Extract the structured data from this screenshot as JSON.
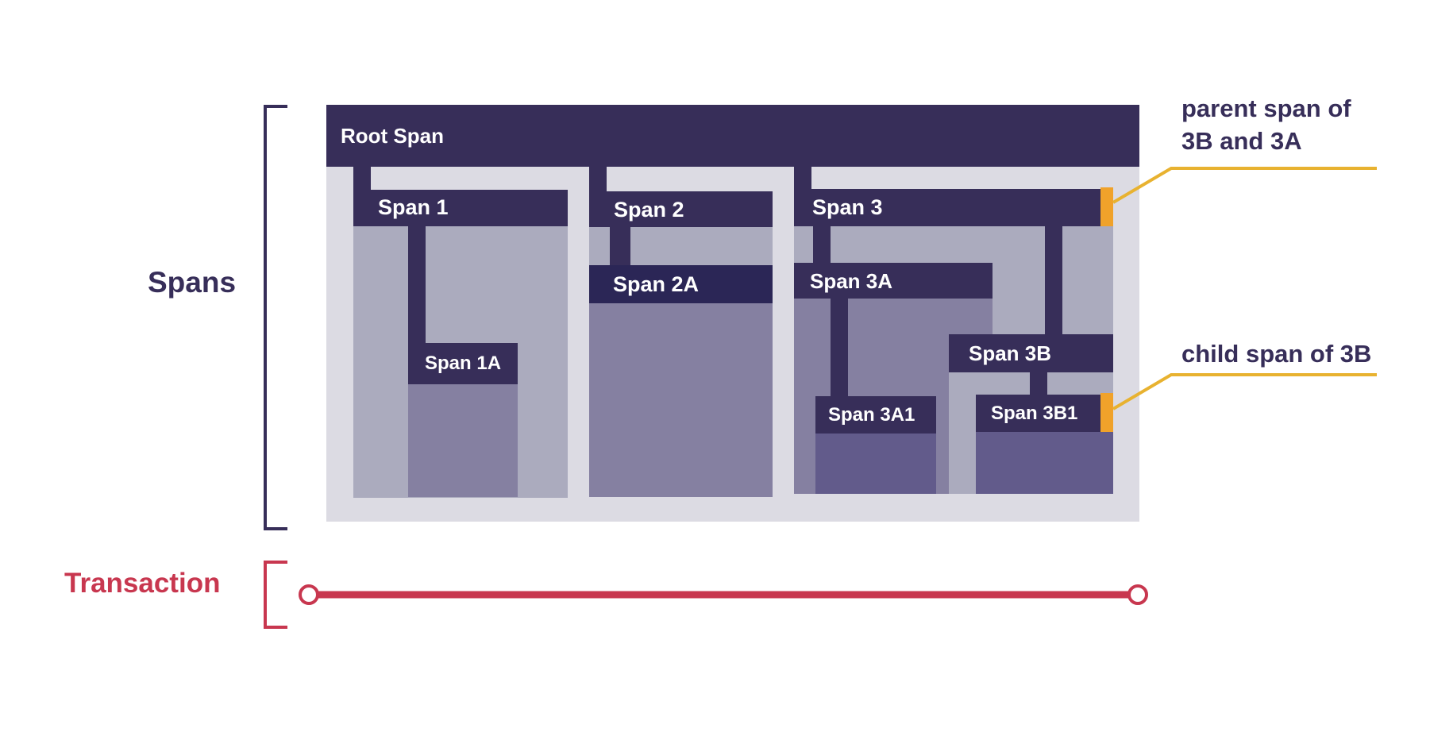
{
  "labels": {
    "spans": "Spans",
    "transaction": "Transaction"
  },
  "spans": {
    "root": "Root Span",
    "s1": "Span 1",
    "s1a": "Span 1A",
    "s2": "Span 2",
    "s2a": "Span 2A",
    "s3": "Span 3",
    "s3a": "Span 3A",
    "s3a1": "Span 3A1",
    "s3b": "Span 3B",
    "s3b1": "Span 3B1"
  },
  "callouts": {
    "parent_line1": "parent span of",
    "parent_line2": "3B and 3A",
    "child": "child span of 3B"
  },
  "colors": {
    "span_bar": "#372e59",
    "transaction": "#c8374f",
    "callout_line": "#e8b230",
    "marker": "#f0a22a"
  }
}
